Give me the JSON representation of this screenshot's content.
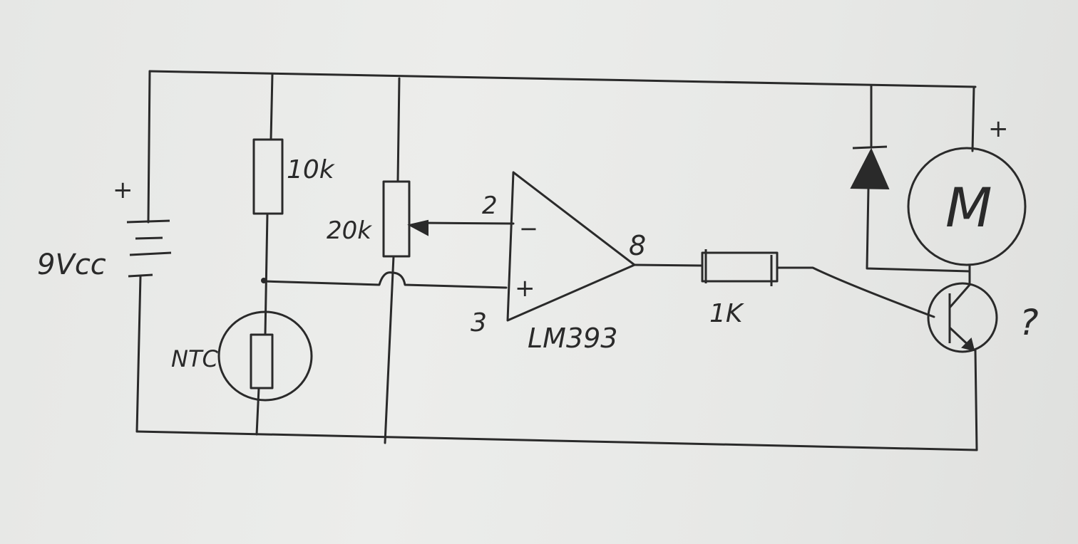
{
  "labels": {
    "supply": "9Vcc",
    "supply_plus": "+",
    "r_top": "10k",
    "pot": "20k",
    "ntc": "NTC",
    "pin_inv": "2",
    "pin_noninv": "3",
    "pin_out": "8",
    "sign_minus": "−",
    "sign_plus": "+",
    "ic": "LM393",
    "r_base": "1K",
    "motor": "M",
    "motor_plus": "+",
    "transistor_query": "?"
  }
}
